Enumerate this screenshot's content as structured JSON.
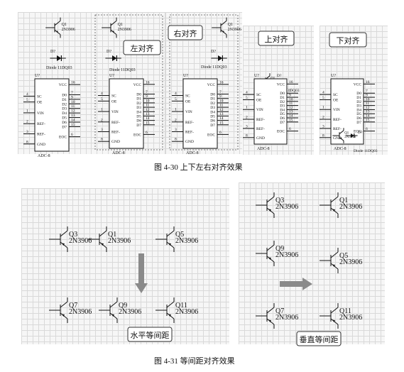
{
  "align_demo": {
    "transistor_ref": "Q1",
    "transistor_part": "2N3906",
    "diode_ref": "D?",
    "diode_part": "Diode 11DQ03",
    "adc_ref": "U?",
    "adc_part": "ADC-8",
    "callouts": [
      "左对齐",
      "右对齐",
      "上对齐",
      "下对齐"
    ],
    "adc_left_pins": [
      {
        "num": "4",
        "name": "SC"
      },
      {
        "num": "5",
        "name": "OE"
      },
      {
        "num": "1",
        "name": "VIN"
      },
      {
        "num": "2",
        "name": "REF-"
      },
      {
        "num": "3",
        "name": "REF-"
      },
      {
        "num": "8",
        "name": "GND"
      }
    ],
    "adc_right_pins": [
      {
        "num": "16",
        "name": "VCC"
      },
      {
        "num": "7",
        "name": "D0"
      },
      {
        "num": "9",
        "name": "D1"
      },
      {
        "num": "10",
        "name": "D2"
      },
      {
        "num": "11",
        "name": "D3"
      },
      {
        "num": "12",
        "name": "D4"
      },
      {
        "num": "13",
        "name": "D5"
      },
      {
        "num": "14",
        "name": "D6"
      },
      {
        "num": "15",
        "name": "D7"
      },
      {
        "num": "6",
        "name": "EOC"
      }
    ]
  },
  "captions": {
    "fig30": "图 4-30   上下左右对齐效果",
    "fig31": "图 4-31   等间距对齐效果"
  },
  "spacing_demo": {
    "part": "2N3906",
    "horizontal_refs": [
      "Q3",
      "Q1",
      "Q5",
      "Q7",
      "Q9",
      "Q11"
    ],
    "vertical_refs": [
      "Q3",
      "Q1",
      "Q9",
      "Q5",
      "Q7",
      "Q11"
    ],
    "callout_h": "水平等间距",
    "callout_v": "垂直等间距"
  },
  "colors": {
    "grid": "#d9d9d9",
    "panel": "#f6f6f6",
    "arrow": "#8a8a8a",
    "wire": "#111111"
  }
}
